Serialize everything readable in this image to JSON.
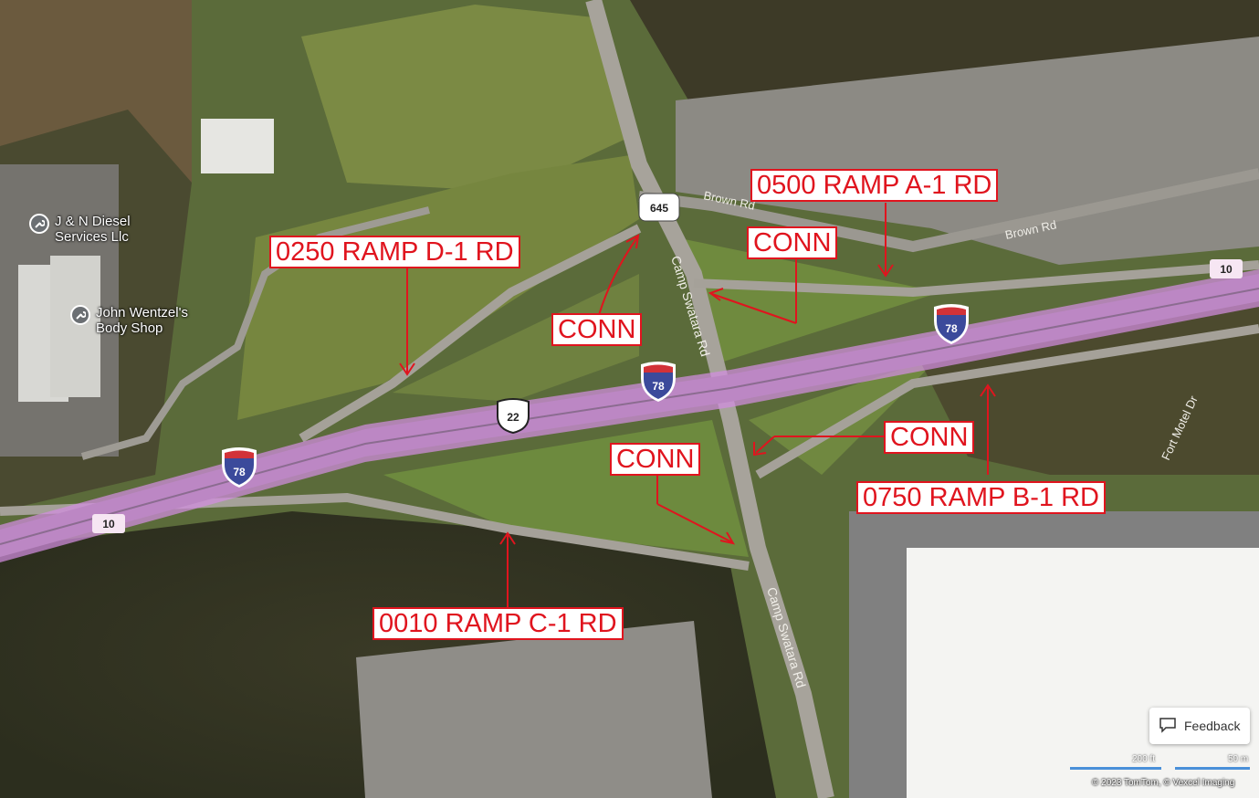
{
  "callouts": {
    "ramp_a1": "0500 RAMP A-1 RD",
    "ramp_d1": "0250 RAMP D-1 RD",
    "ramp_b1": "0750 RAMP B-1 RD",
    "ramp_c1": "0010 RAMP C-1 RD",
    "conn": "CONN"
  },
  "shields": {
    "interstate": "78",
    "us_route": "22",
    "state_route": "645",
    "exit_ref": "10"
  },
  "road_labels": {
    "brown_rd": "Brown Rd",
    "camp_swatara_rd": "Camp Swatara Rd",
    "fort_motel_dr": "Fort Motel Dr"
  },
  "pois": {
    "jn_diesel": "J & N Diesel\nServices Llc",
    "john_wentzel": "John Wentzel's\nBody Shop"
  },
  "controls": {
    "feedback": "Feedback",
    "scale_ft": "200 ft",
    "scale_m": "50 m",
    "attribution": "© 2023 TomTom, © Vexcel Imaging"
  },
  "colors": {
    "callout_red": "#e0141e",
    "interstate_overlay": "#d38ee0",
    "interstate_shield_blue": "#3b4a9b",
    "interstate_shield_red": "#d23238"
  }
}
